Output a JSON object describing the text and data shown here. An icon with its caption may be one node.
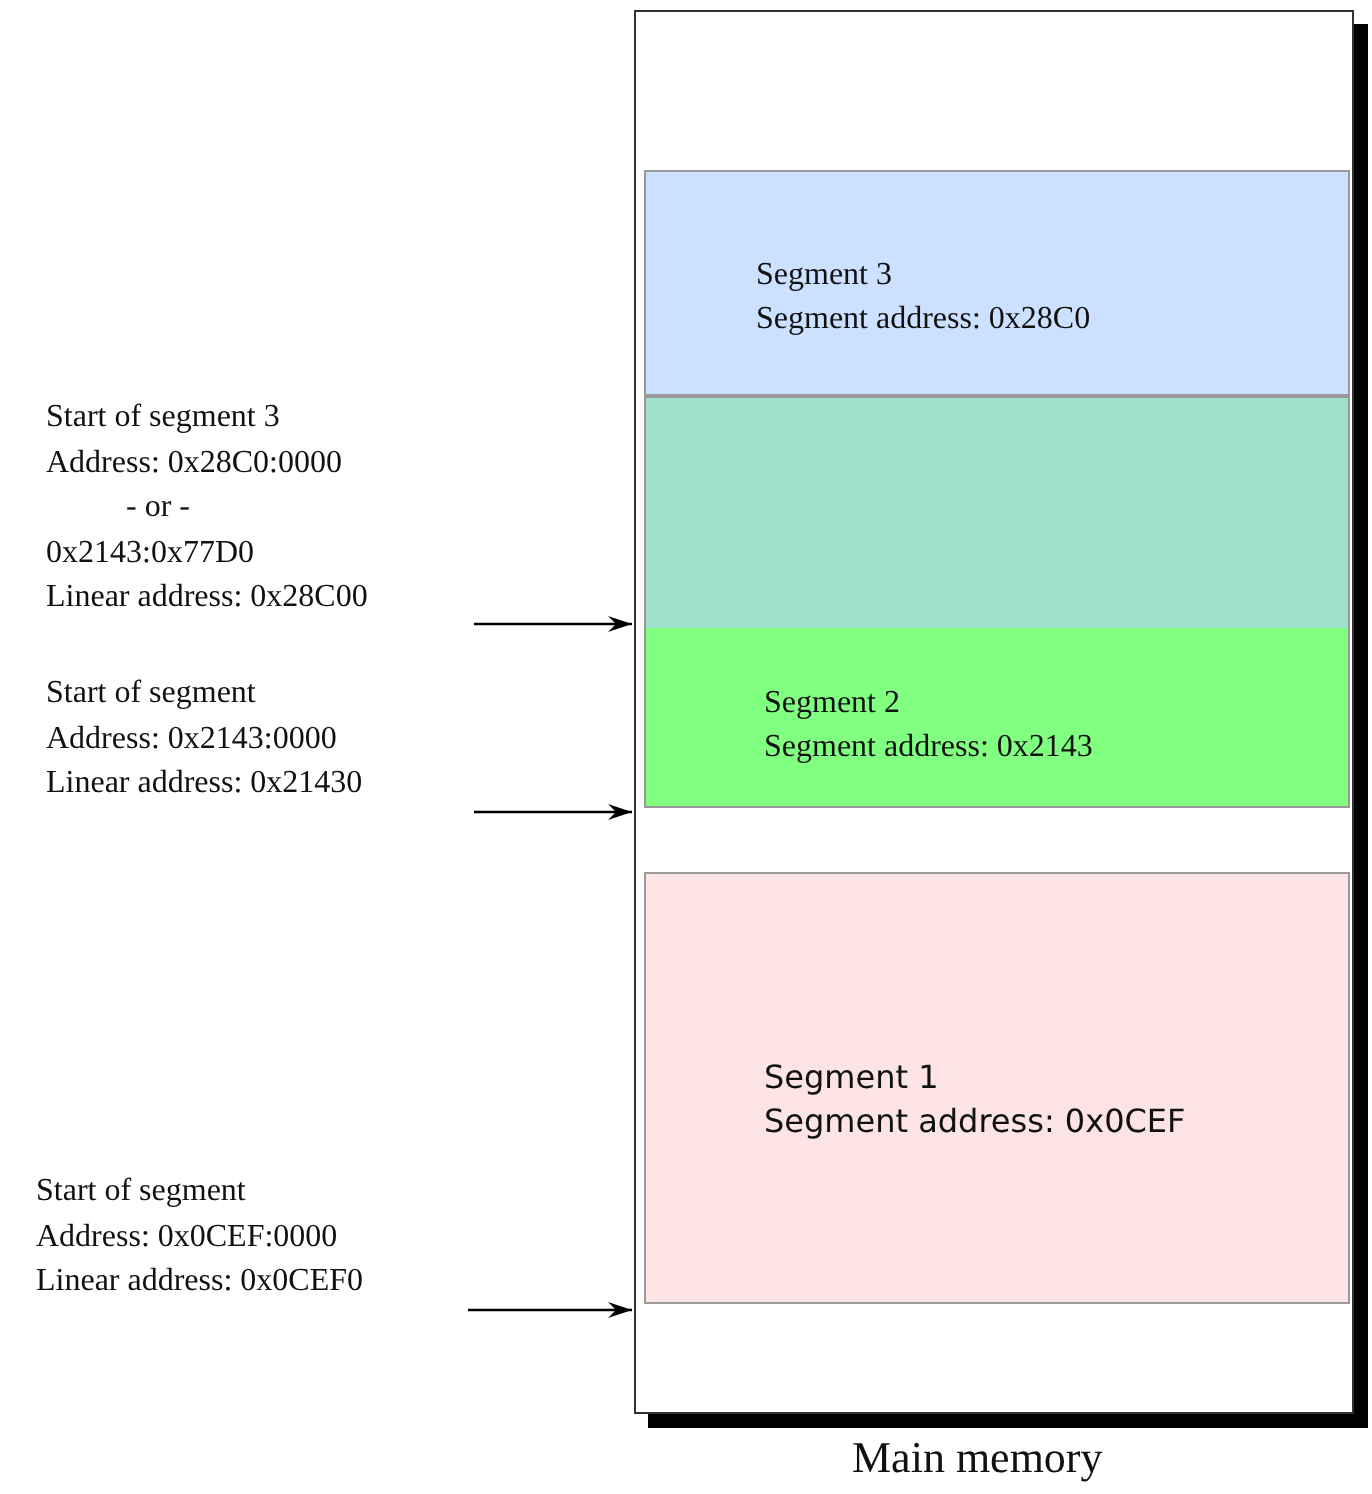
{
  "diagram": {
    "nodes": [
      {
        "text": [
          "Main memory"
        ]
      },
      {
        "text": [
          "Segment 3",
          "Segment address: 0x28C0"
        ],
        "in": 0
      },
      {
        "text": [
          "Segment 2",
          "Segment address: 0x2143"
        ],
        "in": 0
      },
      {
        "text": [
          "Segment 1",
          "Segment address: 0x0CEF"
        ],
        "in": 0
      },
      {
        "text": [
          "Start of segment 3",
          "Address:  0x28C0:0000",
          "- or -",
          "0x2143:0x77D0",
          "Linear address: 0x28C00"
        ]
      },
      {
        "text": [
          "Start of segment",
          "Address: 0x2143:0000",
          "Linear address: 0x21430"
        ]
      },
      {
        "text": [
          "Start of segment",
          "Address: 0x0CEF:0000",
          "Linear address: 0x0CEF0"
        ]
      }
    ],
    "edges": [
      {
        "from": 4,
        "to": 0,
        "arrow": "to"
      },
      {
        "from": 5,
        "to": 0,
        "arrow": "to"
      },
      {
        "from": 6,
        "to": 0,
        "arrow": "to"
      }
    ]
  }
}
